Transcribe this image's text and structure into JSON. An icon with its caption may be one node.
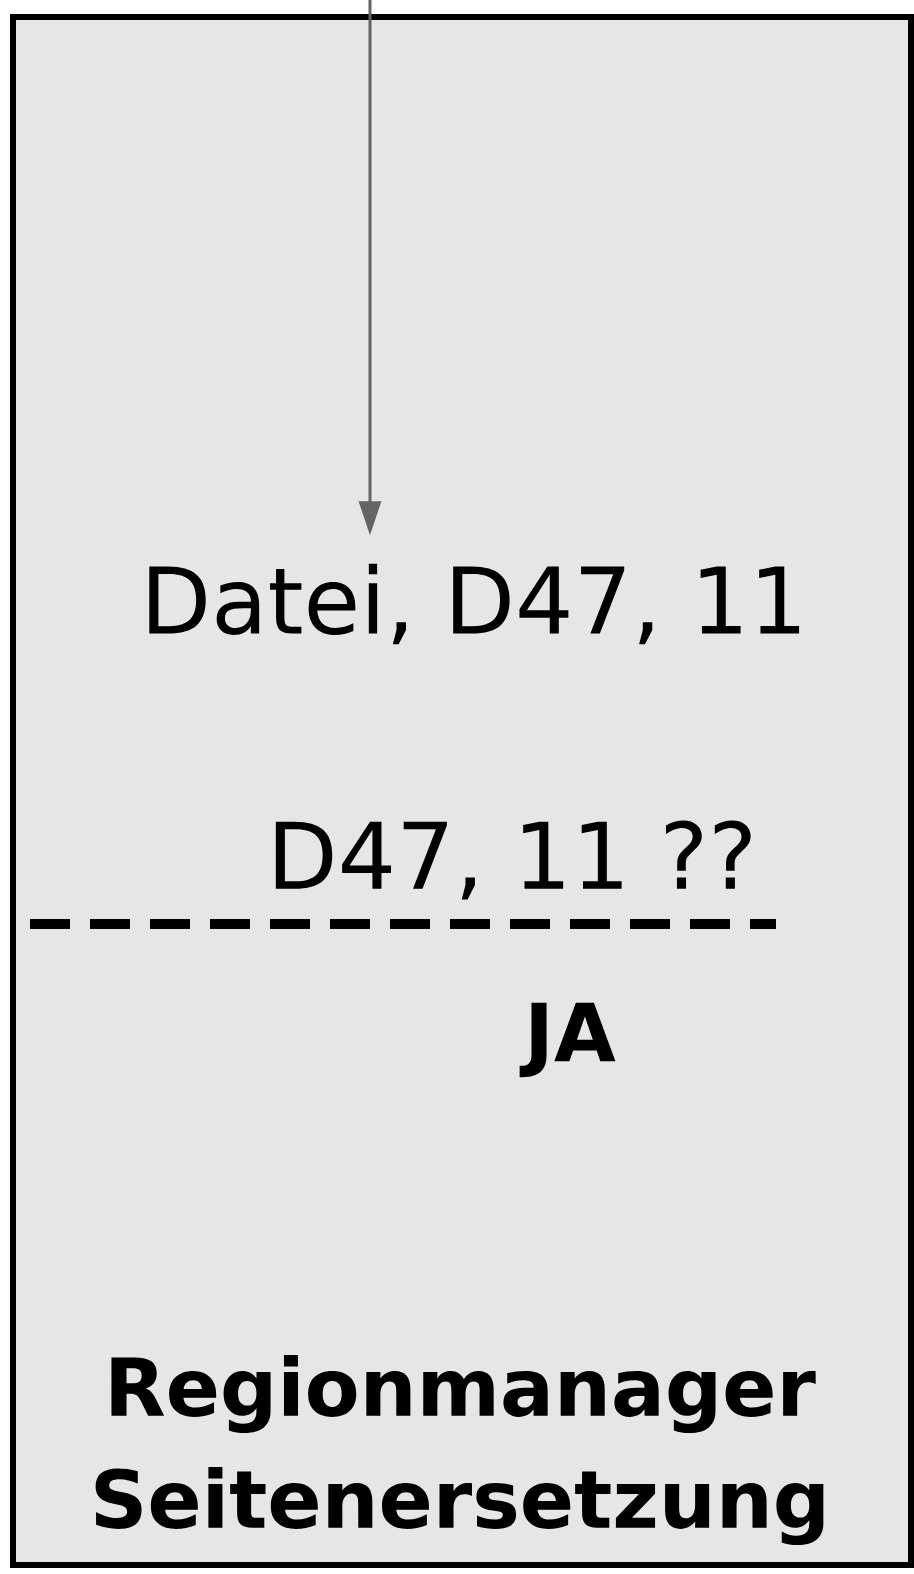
{
  "diagram": {
    "nodes": [
      {
        "text": [
          "D47, 11 ??",
          "JA",
          "Regionmanager Seitenersetzung"
        ]
      },
      {
        "text": [
          "Datei, D47, 11"
        ],
        "in": 0
      }
    ],
    "edges": [
      {
        "from": null,
        "to": 1,
        "arrow": "to"
      }
    ]
  }
}
